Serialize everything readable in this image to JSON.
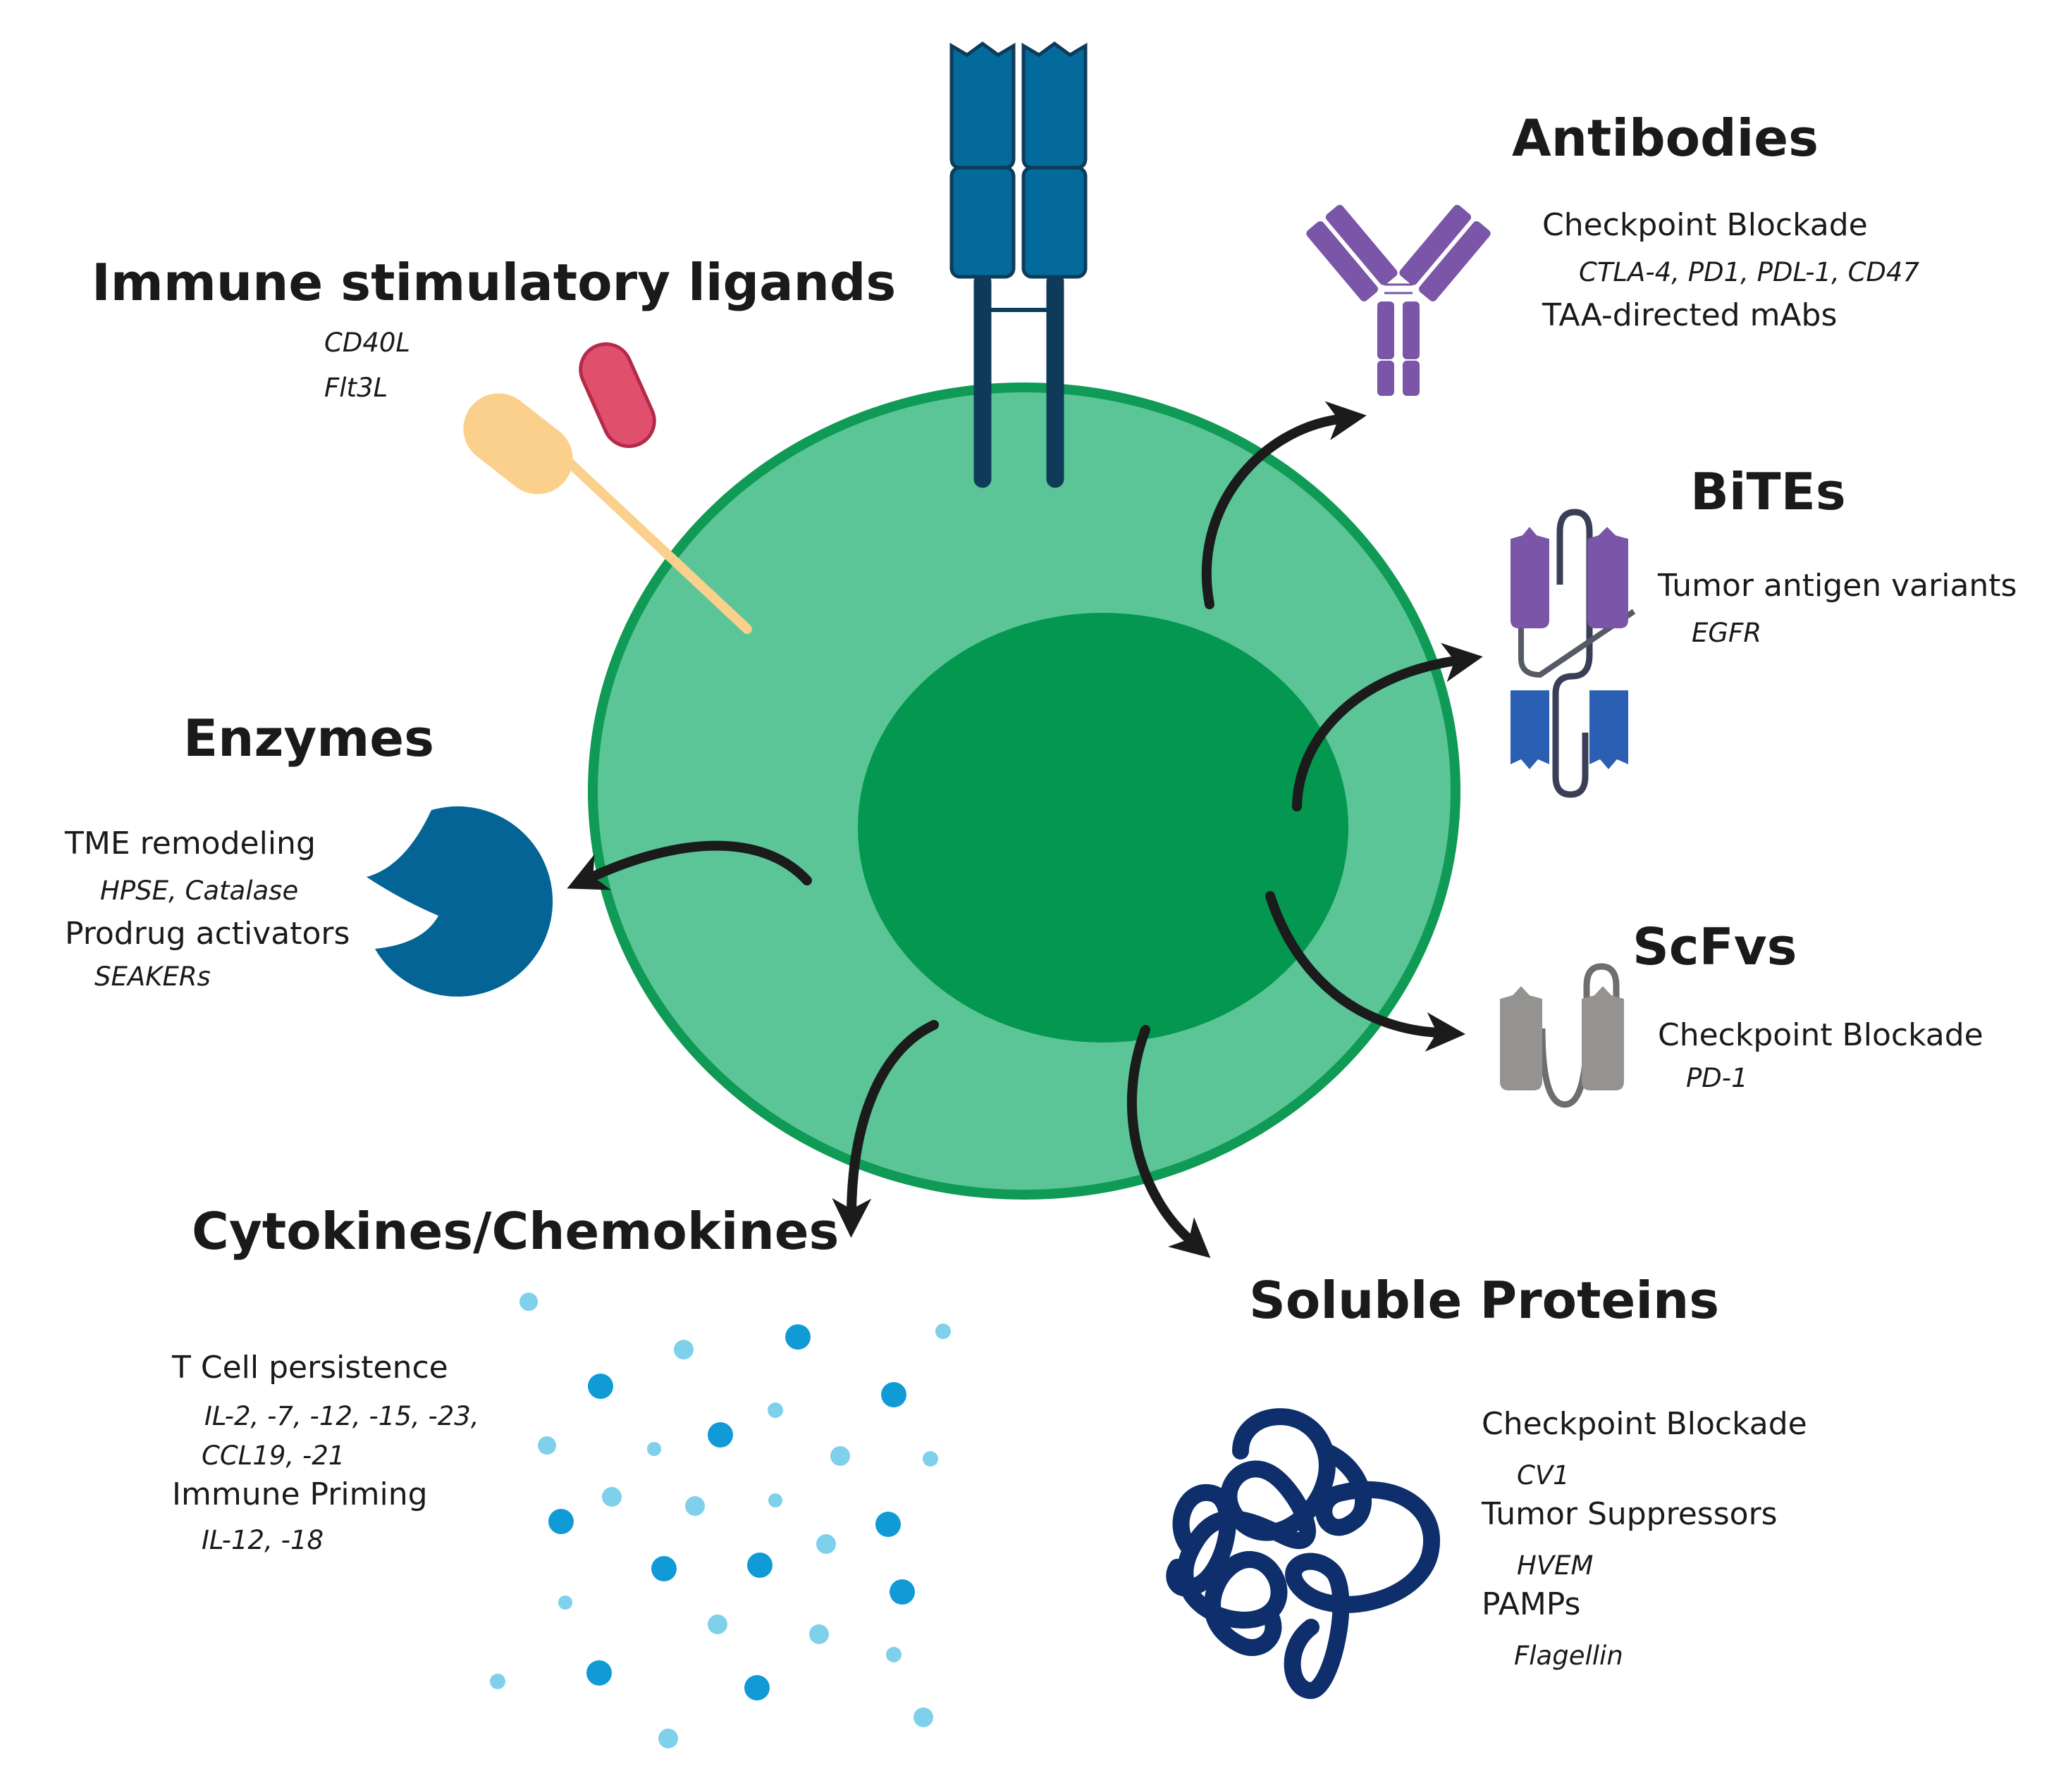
{
  "colors": {
    "cell_membrane": "#0f9a55",
    "cell_body": "#5bc597",
    "nucleus": "#03974f",
    "receptor": "#046a9c",
    "receptor_outline": "#0e3b59",
    "antibody": "#7a55a8",
    "bite_top": "#7a55a8",
    "bite_bottom": "#2a5fb4",
    "linker": "#555a66",
    "scfv": "#949392",
    "enzyme": "#036495",
    "ligand_yellow": "#fbd08d",
    "ligand_pink": "#e0506d",
    "cytokine_dark": "#119bd6",
    "cytokine_light": "#7fd0ea",
    "soluble_protein": "#0e2f6b",
    "arrow": "#1b1b1b"
  },
  "icons": [
    "antibody-icon",
    "bite-icon",
    "scfv-icon",
    "enzyme-icon",
    "ligand-icon",
    "receptor-icon",
    "cytokine-dots-icon",
    "soluble-protein-icon"
  ],
  "sections": {
    "ligands": {
      "title": "Immune stimulatory ligands",
      "items": [
        "CD40L",
        "Flt3L"
      ]
    },
    "antibodies": {
      "title": "Antibodies",
      "line1": "Checkpoint Blockade",
      "line1_sub": "CTLA-4, PD1, PDL-1, CD47",
      "line2": "TAA-directed mAbs"
    },
    "bites": {
      "title": "BiTEs",
      "line1": "Tumor antigen variants",
      "line1_sub": "EGFR"
    },
    "scfvs": {
      "title": "ScFvs",
      "line1": "Checkpoint Blockade",
      "line1_sub": "PD-1"
    },
    "enzymes": {
      "title": "Enzymes",
      "line1": "TME remodeling",
      "line1_sub": "HPSE, Catalase",
      "line2": "Prodrug activators",
      "line2_sub": "SEAKERs"
    },
    "cytokines": {
      "title": "Cytokines/Chemokines",
      "line1": "T Cell persistence",
      "line1_sub_a": "IL-2, -7, -12, -15, -23,",
      "line1_sub_b": "CCL19, -21",
      "line2": "Immune Priming",
      "line2_sub": "IL-12, -18"
    },
    "soluble": {
      "title": "Soluble Proteins",
      "line1": "Checkpoint Blockade",
      "line1_sub": "CV1",
      "line2": "Tumor Suppressors",
      "line2_sub": "HVEM",
      "line3": "PAMPs",
      "line3_sub": "Flagellin"
    }
  }
}
